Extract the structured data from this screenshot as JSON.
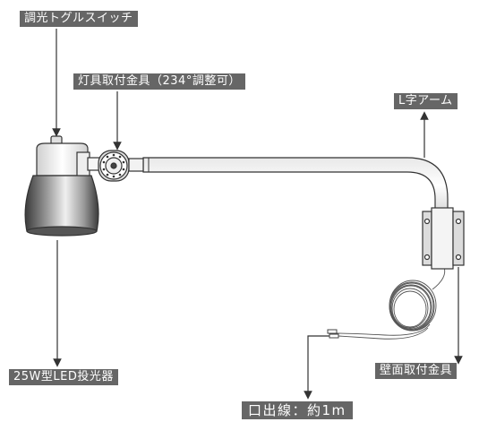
{
  "labels": {
    "toggle_switch": "調光トグルスイッチ",
    "mount_bracket": "灯具取付金具（234°調整可）",
    "l_arm": "L字アーム",
    "projector": "25W型LED投光器",
    "wall_bracket": "壁面取付金具",
    "cable": "口出線：約1m"
  },
  "colors": {
    "label_bg": "#666666",
    "label_text": "#ffffff",
    "line": "#333333"
  }
}
